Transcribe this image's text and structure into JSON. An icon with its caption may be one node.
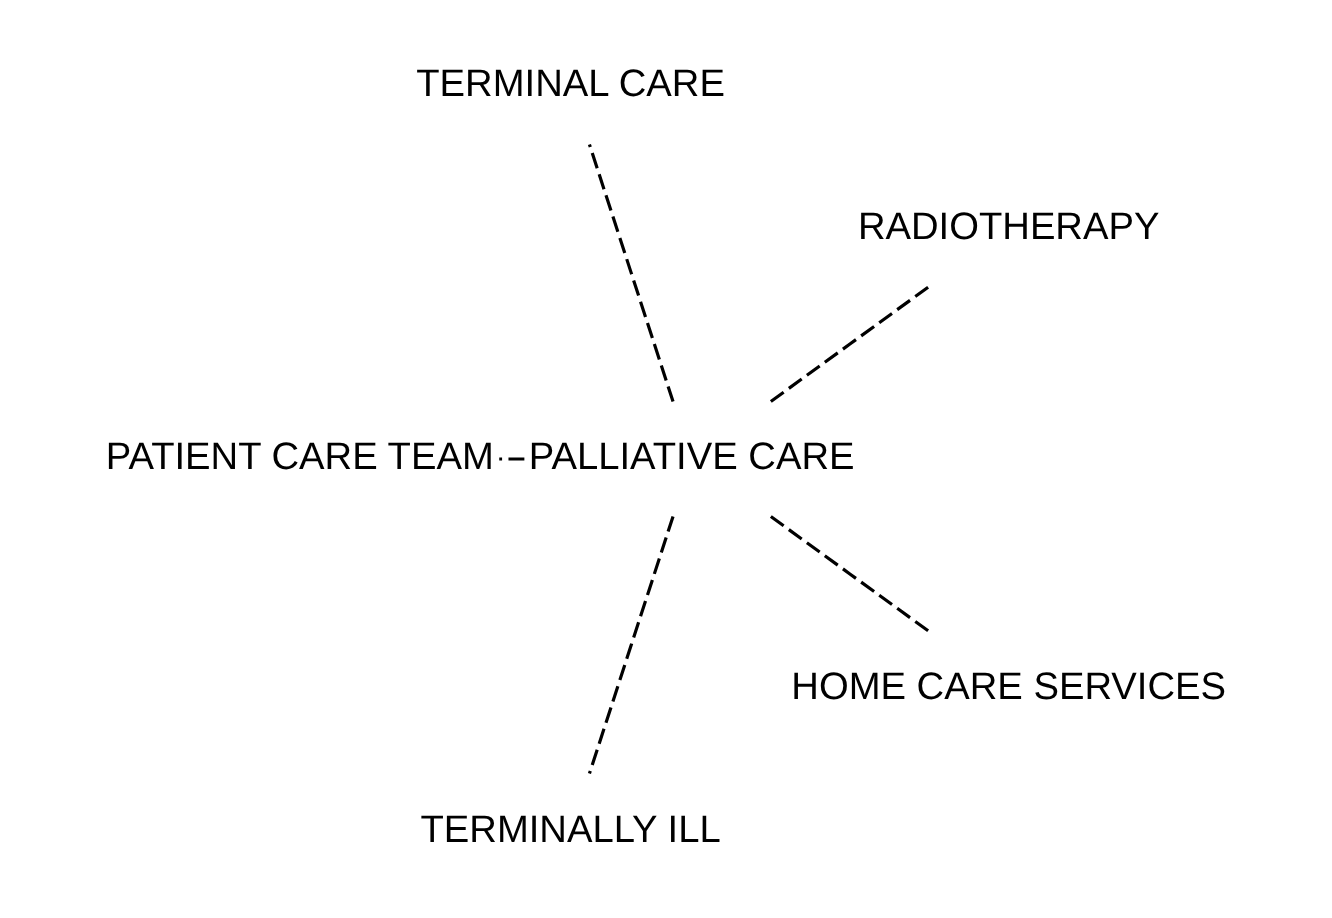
{
  "diagram": {
    "nodes": [
      {
        "text": [
          "RADIOTHERAPY"
        ]
      },
      {
        "text": [
          "TERMINAL CARE"
        ]
      },
      {
        "text": [
          "PATIENT CARE TEAM"
        ]
      },
      {
        "text": [
          "PALLIATIVE CARE"
        ]
      },
      {
        "text": [
          "TERMINALLY ILL"
        ]
      },
      {
        "text": [
          "HOME CARE SERVICES"
        ]
      }
    ],
    "edges": [
      {
        "from": 3,
        "to": 0,
        "arrow": "none",
        "style": "dashed"
      },
      {
        "from": 3,
        "to": 1,
        "arrow": "none",
        "style": "dashed"
      },
      {
        "from": 3,
        "to": 2,
        "arrow": "none",
        "style": "dashed"
      },
      {
        "from": 3,
        "to": 4,
        "arrow": "none",
        "style": "dashed"
      },
      {
        "from": 3,
        "to": 5,
        "arrow": "none",
        "style": "dashed"
      }
    ]
  }
}
